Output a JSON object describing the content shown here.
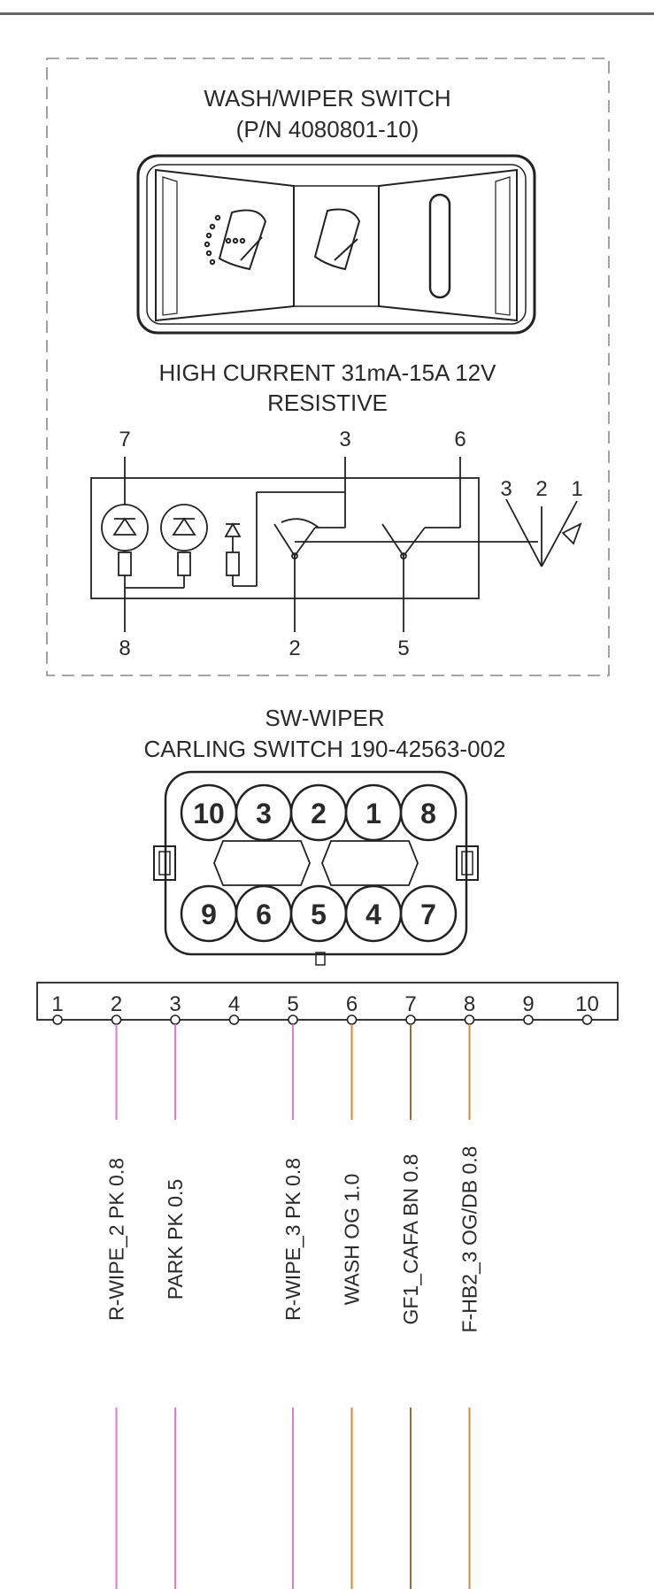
{
  "switch": {
    "title": "WASH/WIPER SWITCH",
    "part_number": "(P/N 4080801-10)",
    "rating_line1": "HIGH CURRENT 31mA-15A 12V",
    "rating_line2": "RESISTIVE",
    "schematic_pins": [
      "7",
      "3",
      "6",
      "8",
      "2",
      "5"
    ],
    "position_labels": [
      "3",
      "2",
      "1"
    ]
  },
  "connector": {
    "name": "SW-WIPER",
    "part": "CARLING SWITCH 190-42563-002",
    "top_row": [
      "10",
      "3",
      "2",
      "1",
      "8"
    ],
    "bottom_row": [
      "9",
      "6",
      "5",
      "4",
      "7"
    ]
  },
  "terminal_strip": {
    "pins": [
      "1",
      "2",
      "3",
      "4",
      "5",
      "6",
      "7",
      "8",
      "9",
      "10"
    ]
  },
  "wires": [
    {
      "pin": "2",
      "label": "R-WIPE_2 PK 0.8",
      "color": "#d77fd7"
    },
    {
      "pin": "3",
      "label": "PARK PK 0.5",
      "color": "#d77fd7"
    },
    {
      "pin": "5",
      "label": "R-WIPE_3 PK 0.8",
      "color": "#d77fd7"
    },
    {
      "pin": "6",
      "label": "WASH OG 1.0",
      "color": "#d98a3a"
    },
    {
      "pin": "7",
      "label": "GF1_CAFA BN 0.8",
      "color": "#9a6a3a"
    },
    {
      "pin": "8",
      "label": "F-HB2_3 OG/DB 0.8",
      "color": "#d98a3a"
    }
  ]
}
